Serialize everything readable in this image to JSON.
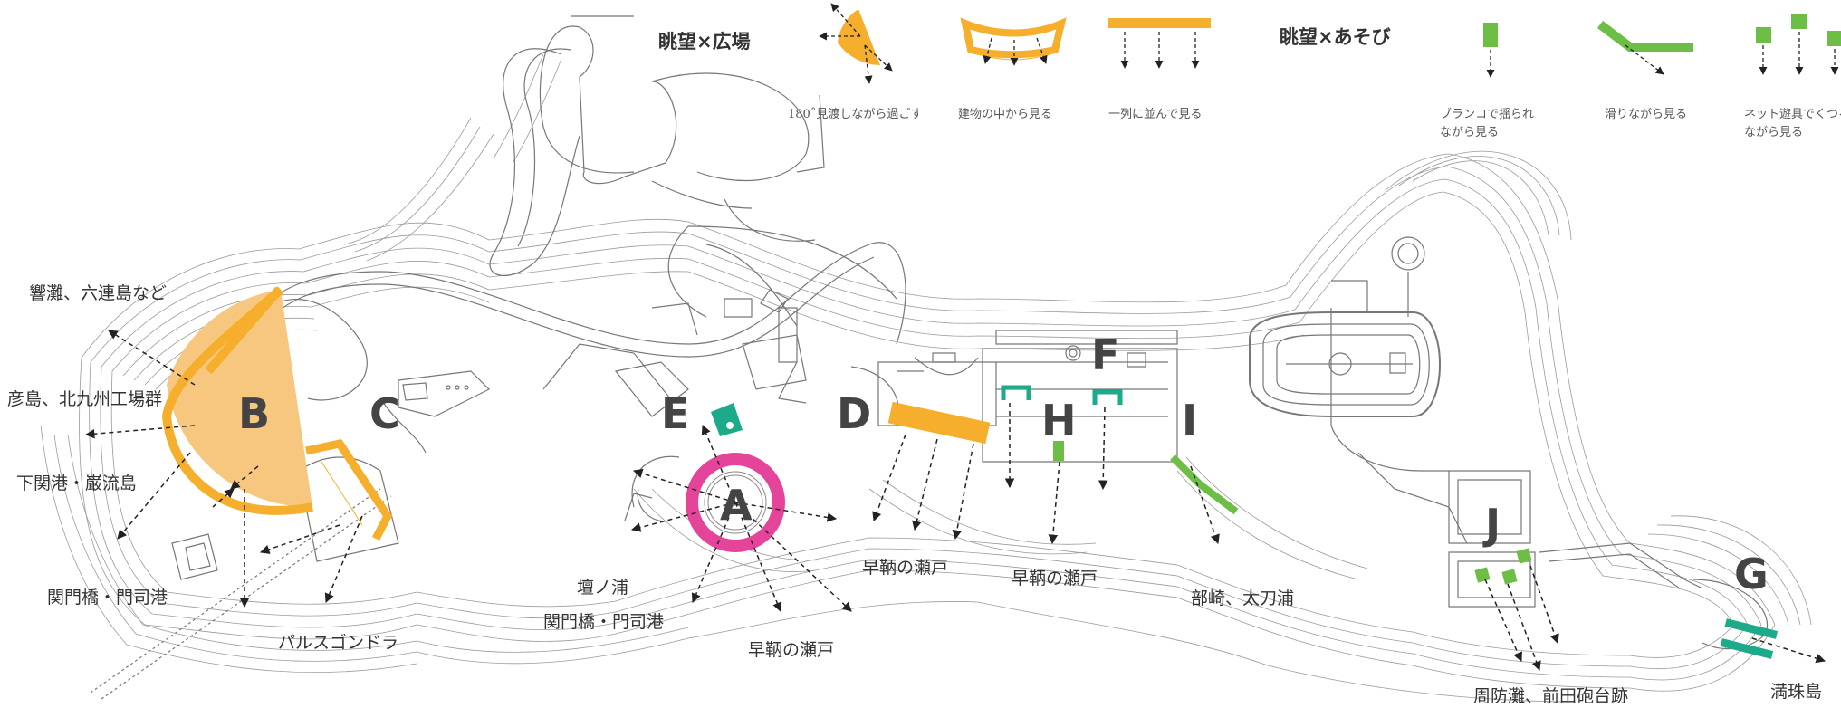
{
  "legend": {
    "group1_title": "眺望×広場",
    "group1_items": [
      "180˚見渡しながら過ごす",
      "建物の中から見る",
      "一列に並んで見る"
    ],
    "group2_title": "眺望×あそび",
    "group2_items": [
      {
        "line1": "ブランコで揺られ",
        "line2": "ながら見る"
      },
      {
        "line1": "滑りながら見る",
        "line2": ""
      },
      {
        "line1": "ネット遊具でくつろ",
        "line2": "ながら見る"
      }
    ]
  },
  "colors": {
    "orange": "#F6AE2D",
    "orange_fill": "#F8C77F",
    "green": "#6CBE45",
    "teal": "#1DAA8A",
    "magenta": "#E4449A",
    "line": "#8a8a8a"
  },
  "markers": [
    "A",
    "B",
    "C",
    "D",
    "E",
    "F",
    "G",
    "H",
    "I",
    "J"
  ],
  "view_labels": {
    "hibiki": "響灘、六連島など",
    "hikoshima": "彦島、北九州工場群",
    "shimonoseki": "下関港・巌流島",
    "kanmon1": "関門橋・門司港",
    "gondola": "パルスゴンドラ",
    "dannoura": "壇ノ浦",
    "kanmon2": "関門橋・門司港",
    "hayatomo1": "早鞆の瀬戸",
    "hayatomo2": "早鞆の瀬戸",
    "hayatomo3": "早鞆の瀬戸",
    "busaki": "部崎、太刀浦",
    "suo": "周防灘、前田砲台跡",
    "manju": "満珠島"
  }
}
